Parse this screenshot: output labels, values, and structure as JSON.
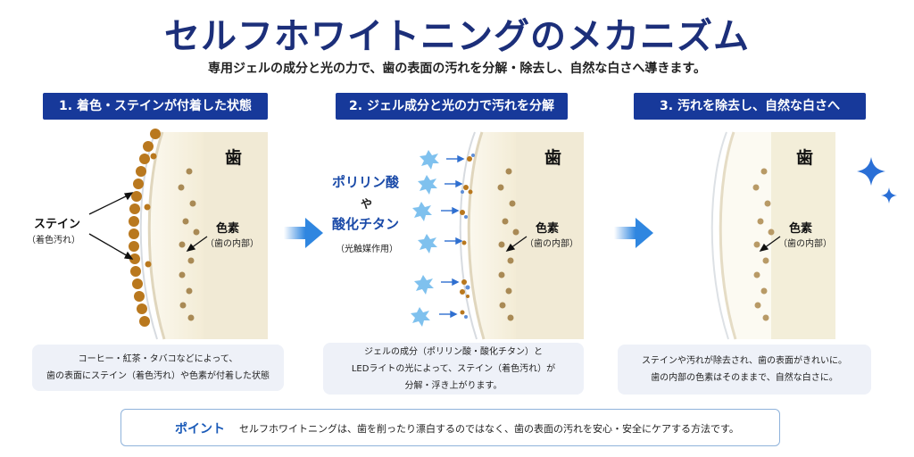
{
  "title": "セルフホワイトニングのメカニズム",
  "subtitle": "専用ジェルの成分と光の力で、歯の表面の汚れを分解・除去し、自然な白さへ導きます。",
  "steps": [
    {
      "header": "1. 着色・ステインが付着した状態",
      "caption_lines": [
        "コーヒー・紅茶・タバコなどによって、",
        "歯の表面にステイン（着色汚れ）や色素が付着した状態"
      ]
    },
    {
      "header": "2. ジェル成分と光の力で汚れを分解",
      "caption_lines": [
        "ジェルの成分（ポリリン酸・酸化チタン）と",
        "LEDライトの光によって、ステイン（着色汚れ）が",
        "分解・浮き上がります。"
      ]
    },
    {
      "header": "3. 汚れを除去し、自然な白さへ",
      "caption_lines": [
        "ステインや汚れが除去され、歯の表面がきれいに。",
        "歯の内部の色素はそのままで、自然な白さに。"
      ]
    }
  ],
  "labels": {
    "tooth": "歯",
    "pigment": "色素",
    "pigment_sub": "（歯の内部）",
    "stain": "ステイン",
    "stain_sub": "（着色汚れ）",
    "agent1": "ポリリン酸",
    "agent_or": "や",
    "agent2": "酸化チタン",
    "agent_sub": "（光触媒作用）"
  },
  "point": {
    "label": "ポイント",
    "text": "セルフホワイトニングは、歯を削ったり漂白するのではなく、歯の表面の汚れを安心・安全にケアする方法です。"
  },
  "icons": [
    "lightbulb-icon",
    "sparkle-icon",
    "right-arrow-icon",
    "light-burst-icon"
  ],
  "colors": {
    "accent": "#17399a",
    "title": "#1c2f7a",
    "stain": "#b9781e",
    "pigment": "#a98a55",
    "arrow": "#3b8fe0",
    "point": "#1a5ab8"
  }
}
